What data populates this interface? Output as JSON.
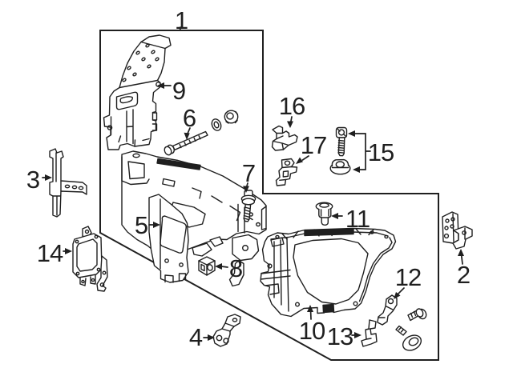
{
  "diagram": {
    "background_color": "#ffffff",
    "line_color": "#1f1f1f",
    "callouts": {
      "c1": {
        "label": "1",
        "arrow": "tick-down-to-box"
      },
      "c2": {
        "label": "2",
        "arrow": "up"
      },
      "c3": {
        "label": "3",
        "arrow": "right"
      },
      "c4": {
        "label": "4",
        "arrow": "right"
      },
      "c5": {
        "label": "5",
        "arrow": "right"
      },
      "c6": {
        "label": "6",
        "arrow": "down"
      },
      "c7": {
        "label": "7",
        "arrow": "down"
      },
      "c8": {
        "label": "8",
        "arrow": "left"
      },
      "c9": {
        "label": "9",
        "arrow": "left"
      },
      "c10": {
        "label": "10",
        "arrow": "up"
      },
      "c11": {
        "label": "11",
        "arrow": "left"
      },
      "c12": {
        "label": "12",
        "arrow": "down-left"
      },
      "c13": {
        "label": "13",
        "arrow": "right"
      },
      "c14": {
        "label": "14",
        "arrow": "right"
      },
      "c15": {
        "label": "15",
        "arrow": "bracket-left-pair"
      },
      "c16": {
        "label": "16",
        "arrow": "down"
      },
      "c17": {
        "label": "17",
        "arrow": "down-left"
      }
    }
  }
}
